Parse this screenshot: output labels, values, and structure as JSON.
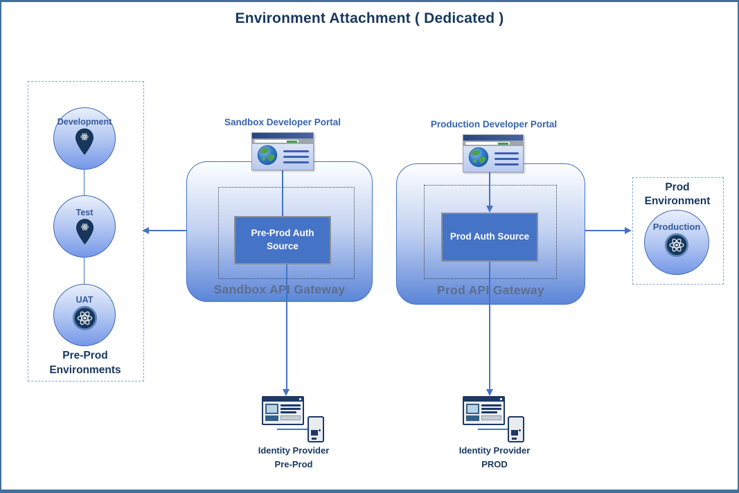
{
  "title": "Environment Attachment ( Dedicated )",
  "preprod_group": {
    "nodes": [
      {
        "label": "Development",
        "icon": "map-pin-atom-icon"
      },
      {
        "label": "Test",
        "icon": "map-pin-atom-icon"
      },
      {
        "label": "UAT",
        "icon": "atom-badge-icon"
      }
    ],
    "caption_line1": "Pre-Prod",
    "caption_line2": "Environments"
  },
  "sandbox": {
    "portal_label": "Sandbox Developer Portal",
    "portal_icon": "browser-globe-icon",
    "gateway_label": "Sandbox API Gateway",
    "auth_source": "Pre-Prod Auth Source",
    "idp_line1": "Identity Provider",
    "idp_line2": "Pre-Prod",
    "idp_icon": "identity-provider-window-device-icon"
  },
  "production": {
    "portal_label": "Production Developer Portal",
    "portal_icon": "browser-globe-icon",
    "gateway_label": "Prod API Gateway",
    "auth_source": "Prod Auth Source",
    "idp_line1": "Identity Provider",
    "idp_line2": "PROD",
    "idp_icon": "identity-provider-window-device-icon"
  },
  "prod_env_group": {
    "caption_line1": "Prod",
    "caption_line2": "Environment",
    "node_label": "Production",
    "node_icon": "atom-badge-icon"
  },
  "colors": {
    "accent_line": "#4472C4",
    "title_text": "#17375E",
    "slide_border": "#41719C",
    "portal_label_text": "#3563AF",
    "auth_box_fill": "#4573C6",
    "gateway_label_text": "#5A677E",
    "node_icon_dark": "#16365C",
    "dashed_group_border": "#7EA6DC"
  }
}
